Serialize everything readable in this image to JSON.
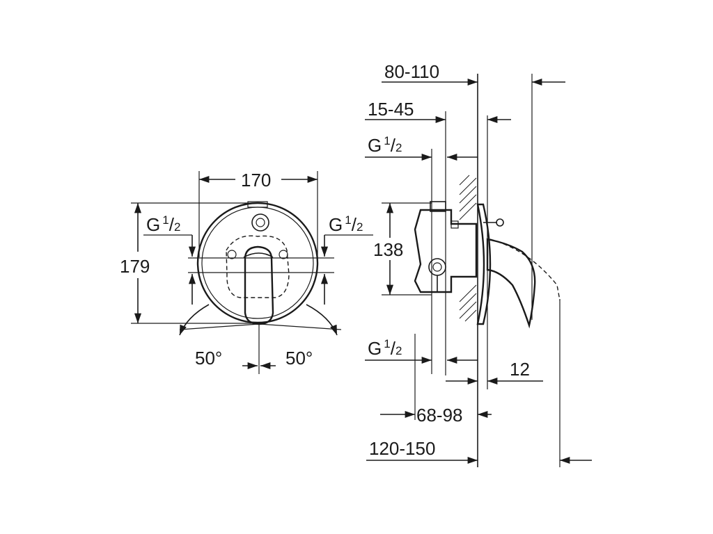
{
  "front_view": {
    "width_dim": "170",
    "height_dim": "179",
    "left_port": {
      "letter": "G",
      "num": "1",
      "den": "2"
    },
    "right_port": {
      "letter": "G",
      "num": "1",
      "den": "2"
    },
    "angle_left": "50°",
    "angle_right": "50°"
  },
  "side_view": {
    "dim_80_110": "80-110",
    "dim_15_45": "15-45",
    "top_port": {
      "letter": "G",
      "num": "1",
      "den": "2"
    },
    "dim_138": "138",
    "bottom_port": {
      "letter": "G",
      "num": "1",
      "den": "2"
    },
    "dim_12": "12",
    "dim_68_98": "68-98",
    "dim_120_150": "120-150"
  }
}
